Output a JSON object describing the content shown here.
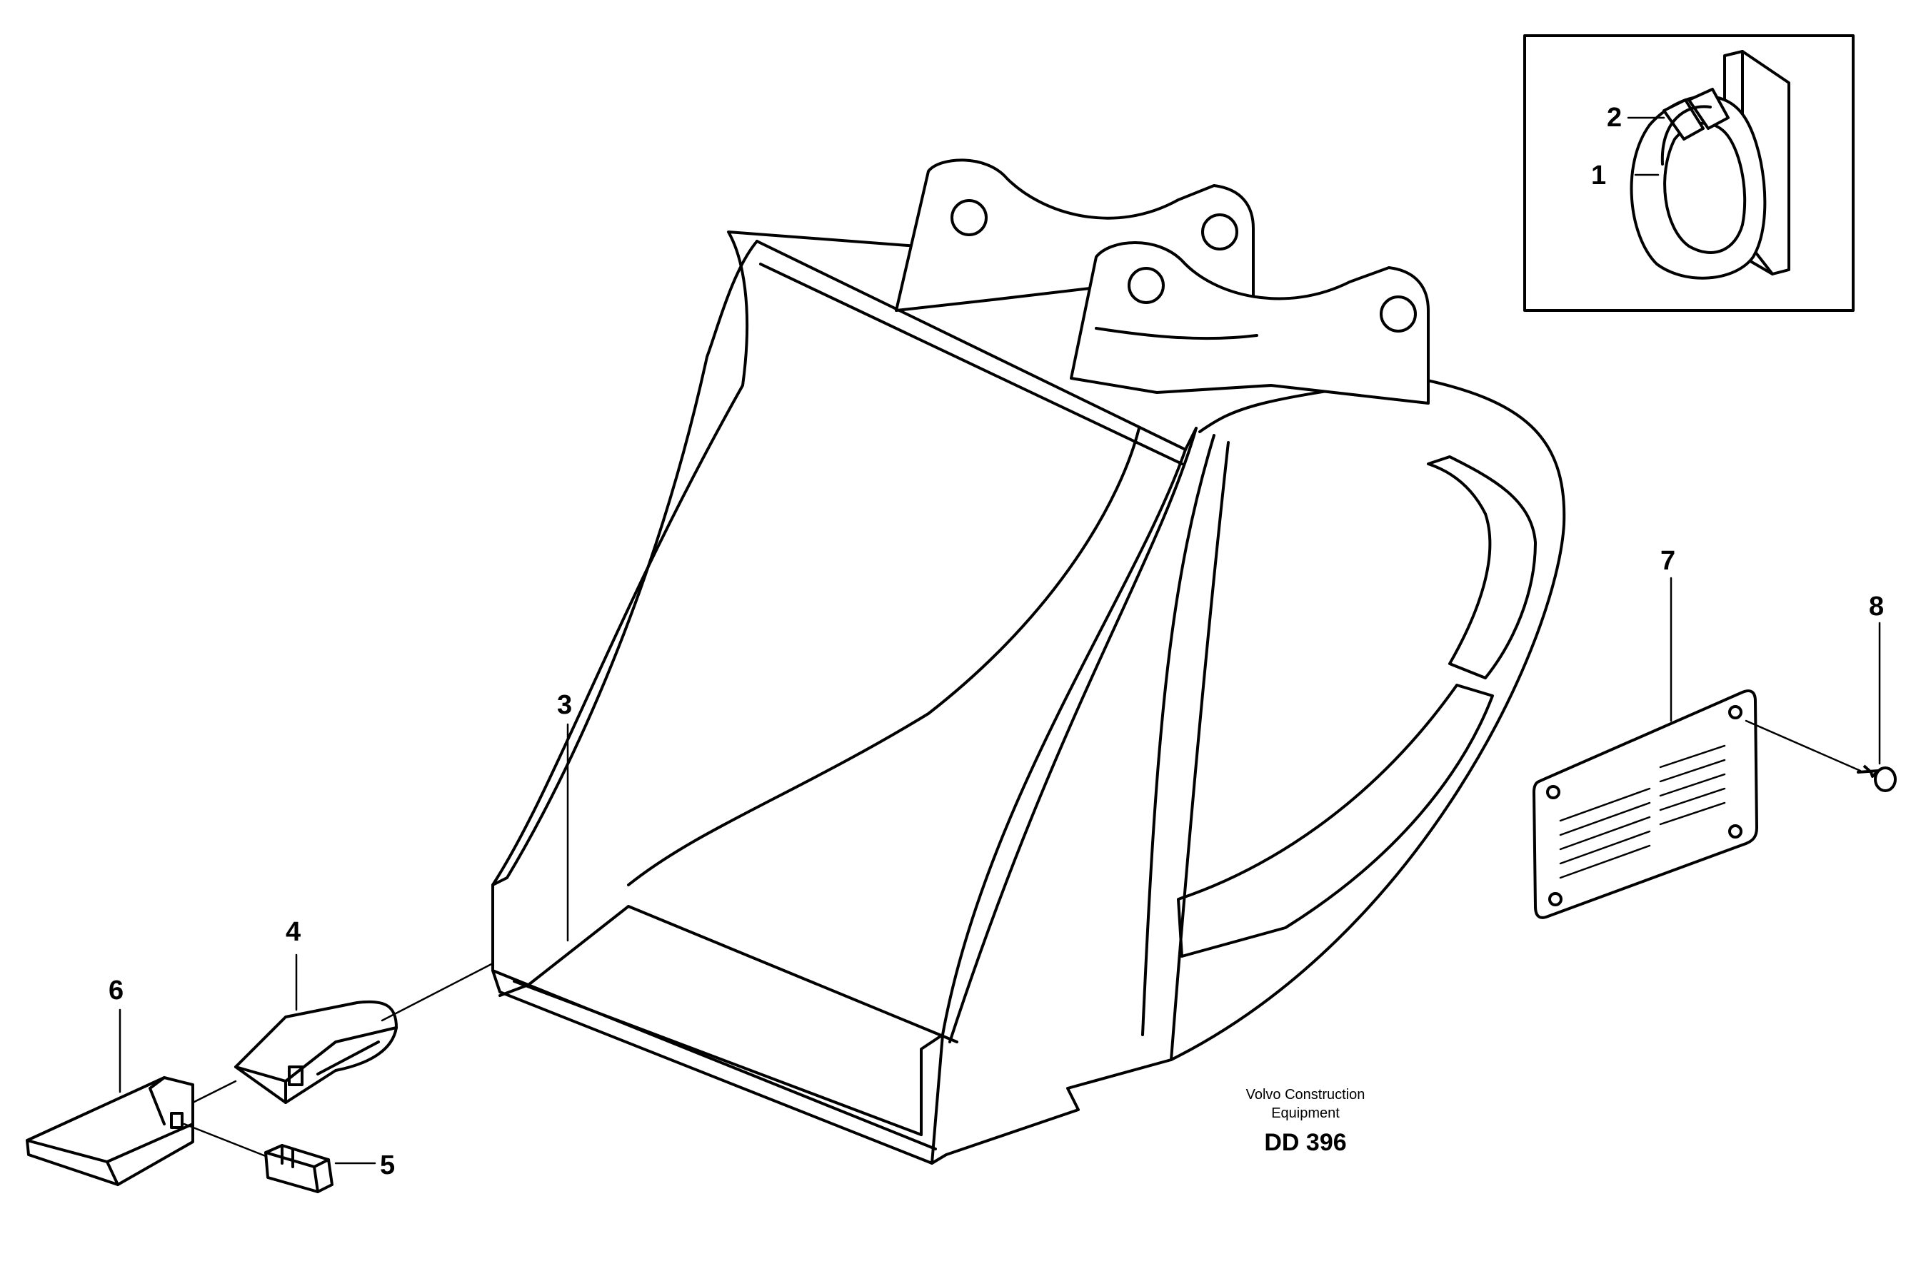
{
  "diagram": {
    "callouts": [
      {
        "id": "c1",
        "label": "1"
      },
      {
        "id": "c2",
        "label": "2"
      },
      {
        "id": "c3",
        "label": "3"
      },
      {
        "id": "c4",
        "label": "4"
      },
      {
        "id": "c5",
        "label": "5"
      },
      {
        "id": "c6",
        "label": "6"
      },
      {
        "id": "c7",
        "label": "7"
      },
      {
        "id": "c8",
        "label": "8"
      }
    ],
    "caption": {
      "line1": "Volvo Construction",
      "line2": "Equipment",
      "code": "DD 396"
    }
  }
}
